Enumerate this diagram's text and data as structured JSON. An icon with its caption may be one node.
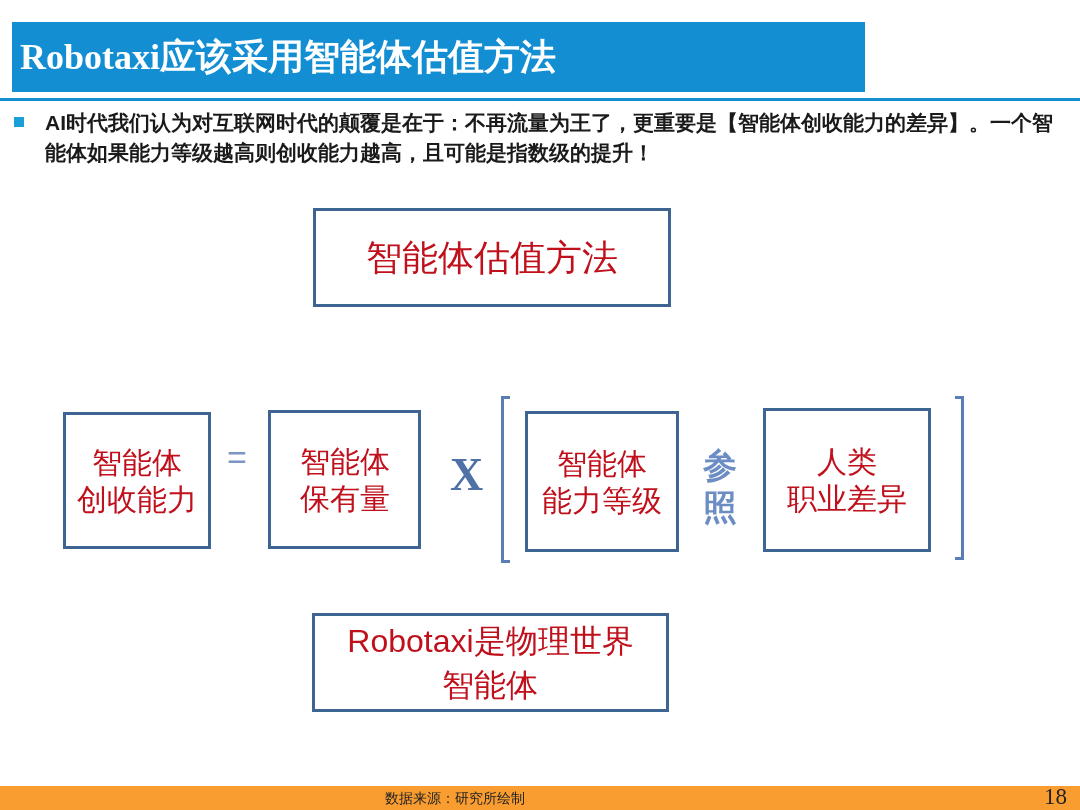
{
  "diagram": {
    "title": "Robotaxi应该采用智能体估值方法",
    "nodes": [
      {
        "text": [
          "智能体估值方法"
        ]
      },
      {
        "text": [
          "智能体创收能力"
        ]
      },
      {
        "text": [
          "智能体保有量"
        ]
      },
      {
        "text": [
          "智能体能力等级"
        ]
      },
      {
        "text": [
          "人类职业差异"
        ]
      },
      {
        "text": [
          "Robotaxi是物理世界智能体"
        ]
      }
    ],
    "labels": [
      "AI时代我们认为对互联网时代的颠覆是在于：不再流量为王了，更重要是【智能体创收能力的差异】。一个智能体如果能力等级越高则创收能力越高，且可能是指数级的提升！",
      "=",
      "X",
      "参照",
      "数据来源：研究所绘制",
      "18"
    ]
  }
}
